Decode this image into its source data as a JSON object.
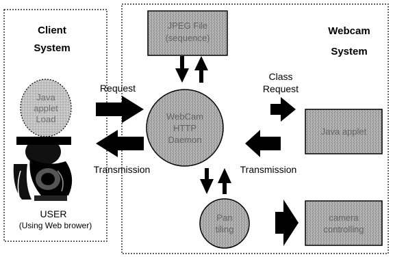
{
  "client": {
    "title_line1": "Client",
    "title_line2": "System"
  },
  "webcam": {
    "title_line1": "Webcam",
    "title_line2": "System"
  },
  "jpeg_box": {
    "line1": "JPEG File",
    "line2": "(sequence)"
  },
  "applet_load": {
    "line1": "Java",
    "line2": "applet",
    "line3": "Load"
  },
  "server_circle": {
    "line1": "WebCam",
    "line2": "HTTP",
    "line3": "Daemon"
  },
  "java_applet_box": {
    "label": "Java applet"
  },
  "pan_tilting": {
    "line1": "Pan",
    "line2": "tiling"
  },
  "camera_box": {
    "line1": "camera",
    "line2": "controlling"
  },
  "arrows": {
    "request": "Request",
    "transmission_left": "Transmission",
    "class_request_line1": "Class",
    "class_request_line2": "Request",
    "transmission_right": "Transmission"
  },
  "user": {
    "label": "USER",
    "sublabel": "(Using Web brower)"
  }
}
